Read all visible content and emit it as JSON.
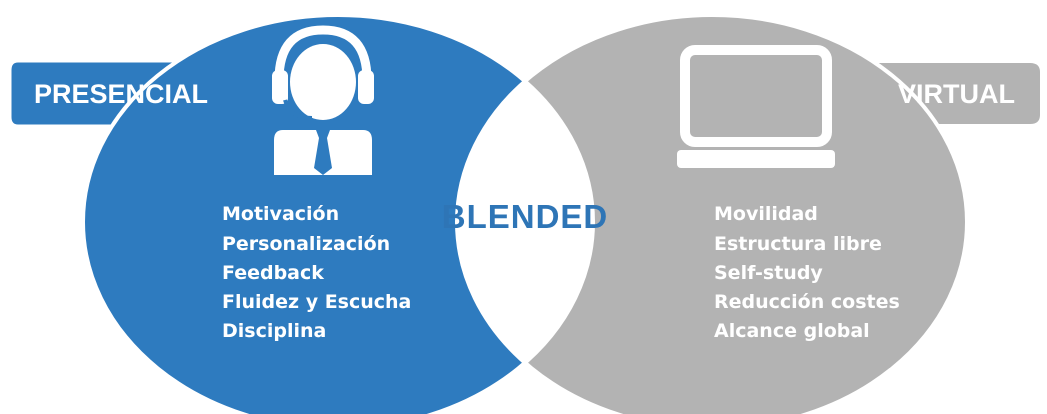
{
  "colors": {
    "presencial": "#2e7bbf",
    "virtual": "#b3b3b3",
    "center": "#ffffff",
    "center_text": "#2e75b6"
  },
  "left": {
    "tab_label": "PRESENCIAL",
    "icon": "headset-person-icon",
    "items": [
      "Motivación",
      "Personalización",
      "Feedback",
      "Fluidez y Escucha",
      "Disciplina"
    ]
  },
  "center": {
    "label": "BLENDED"
  },
  "right": {
    "tab_label": "VIRTUAL",
    "icon": "computer-monitor-icon",
    "items": [
      "Movilidad",
      "Estructura libre",
      "Self-study",
      "Reducción costes",
      "Alcance global"
    ]
  }
}
